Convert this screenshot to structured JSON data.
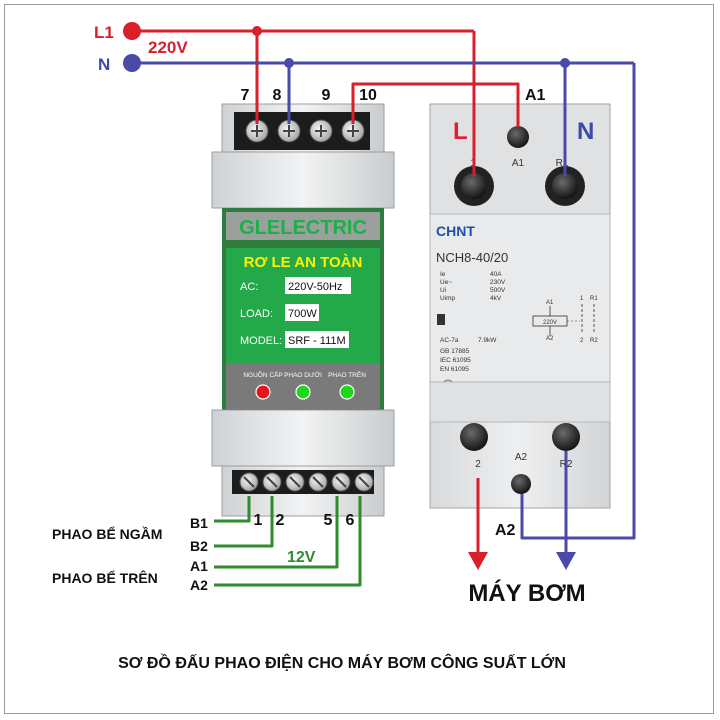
{
  "supply": {
    "l1": "L1",
    "n": "N",
    "voltage": "220V"
  },
  "relay": {
    "top_terminals": [
      "7",
      "8",
      "9",
      "10"
    ],
    "brand": "GLELECTRIC",
    "title": "RƠ LE AN TOÀN",
    "specs": [
      {
        "label": "AC:",
        "value": "220V-50Hz"
      },
      {
        "label": "LOAD:",
        "value": "700W"
      },
      {
        "label": "MODEL:",
        "value": "SRF - 111M"
      }
    ],
    "leds": [
      {
        "label": "NGUỒN CẤP",
        "color": "#e8141c"
      },
      {
        "label": "PHAO DƯỚI",
        "color": "#1ed61e"
      },
      {
        "label": "PHAO TRÊN",
        "color": "#1ed61e"
      }
    ],
    "bottom_terminals": [
      "1",
      "2",
      "5",
      "6"
    ]
  },
  "contactor": {
    "brand": "CHNT",
    "model": "NCH8-40/20",
    "l_mark": "L",
    "n_mark": "N",
    "top_labels": [
      "1",
      "A1",
      "R1"
    ],
    "bottom_labels": [
      "2",
      "A2",
      "R2"
    ],
    "specs": [
      {
        "k": "Ie",
        "v": "40A"
      },
      {
        "k": "Ue~",
        "v": "230V"
      },
      {
        "k": "Ui",
        "v": "500V"
      },
      {
        "k": "Uimp",
        "v": "4kV"
      }
    ],
    "rating": {
      "k": "AC-7a",
      "v": "7.9kW"
    },
    "standards": [
      "GB 17885",
      "IEC 61095",
      "EN 61095"
    ],
    "schematic": {
      "coil_voltage": "220V",
      "a1": "A1",
      "a2": "A2",
      "t1": "1",
      "r1": "R1",
      "t2": "2",
      "r2": "R2"
    }
  },
  "wiring": {
    "a1_label": "A1",
    "a2_label": "A2",
    "float_lower": "PHAO BỂ NGẦM",
    "float_upper": "PHAO BỂ TRÊN",
    "float_wires": [
      "B1",
      "B2",
      "A1",
      "A2"
    ],
    "voltage_12": "12V",
    "pump": "MÁY BƠM"
  },
  "caption": "SƠ ĐỒ ĐẤU PHAO ĐIỆN CHO MÁY BƠM CÔNG SUẤT LỚN",
  "colors": {
    "live": "#d91f2a",
    "neutral": "#4a4aa8",
    "low_voltage": "#2e8b2e",
    "relay_green": "#1aa64a",
    "relay_gray": "#6e6e6e"
  }
}
